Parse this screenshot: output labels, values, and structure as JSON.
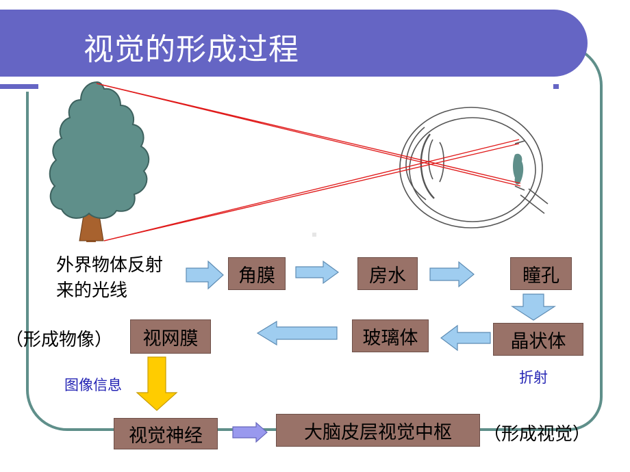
{
  "title": "视觉的形成过程",
  "colors": {
    "title_bar": "#6565c4",
    "box_fill": "#997268",
    "arrow_blue": "#9fcdf0",
    "arrow_yellow": "#ffcc00",
    "ray": "#e01b1b",
    "label_blue": "#2424b4"
  },
  "source": {
    "line1": "外界物体反射",
    "line2": "来的光线"
  },
  "boxes": {
    "cornea": "角膜",
    "aqueous": "房水",
    "pupil": "瞳孔",
    "lens": "晶状体",
    "vitreous": "玻璃体",
    "retina": "视网膜",
    "optic_nerve": "视觉神经",
    "visual_center": "大脑皮层视觉中枢"
  },
  "notes": {
    "image_formed": "（形成物像）",
    "refraction": "折射",
    "image_info": "图像信息",
    "vision_formed": "（形成视觉）"
  },
  "icons": [
    "tree-icon",
    "eye-icon",
    "arrow-right-icon",
    "arrow-left-icon",
    "arrow-down-icon"
  ]
}
